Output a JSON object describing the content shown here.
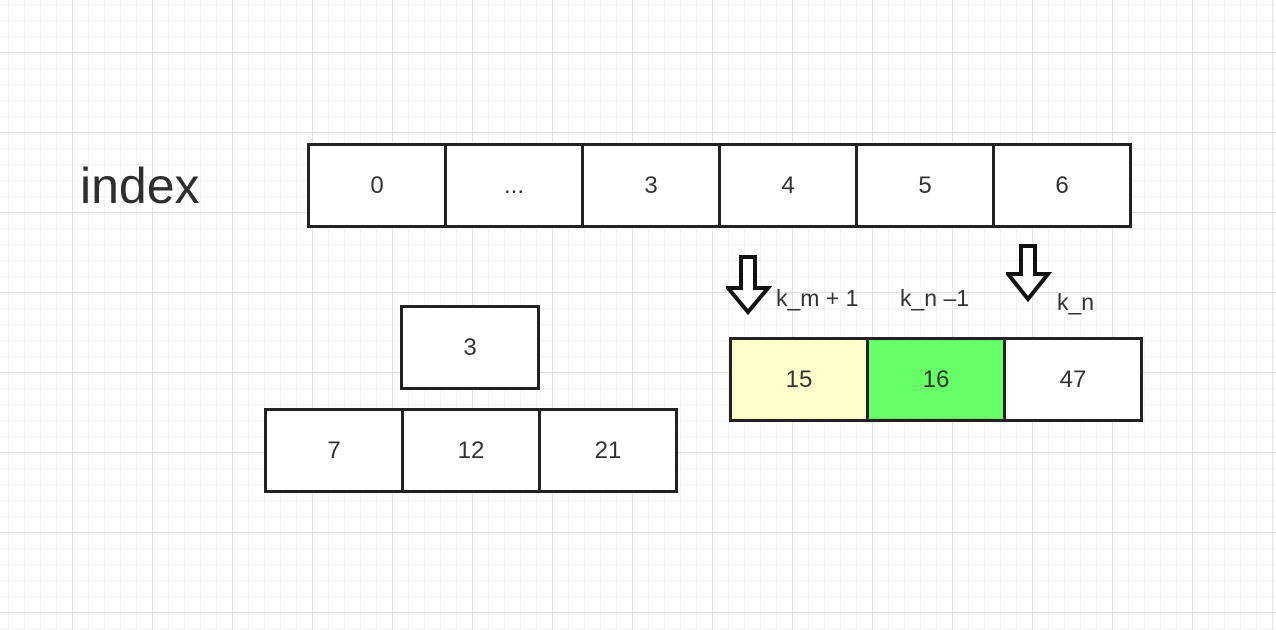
{
  "title": "index",
  "index_row": [
    "0",
    "...",
    "3",
    "4",
    "5",
    "6"
  ],
  "single_box": [
    "3"
  ],
  "bottom_row": [
    "7",
    "12",
    "21"
  ],
  "right_row": [
    {
      "value": "15",
      "fill": "#ffffcc"
    },
    {
      "value": "16",
      "fill": "#66ff66"
    },
    {
      "value": "47",
      "fill": "#ffffff"
    }
  ],
  "pointer_labels": {
    "a": "k_m + 1",
    "b": "k_n –1",
    "c": "k_n"
  },
  "colors": {
    "border": "#222222",
    "highlight_yellow": "#ffffcc",
    "highlight_green": "#66ff66"
  },
  "icons": {
    "pointer": "down-arrow-icon"
  }
}
